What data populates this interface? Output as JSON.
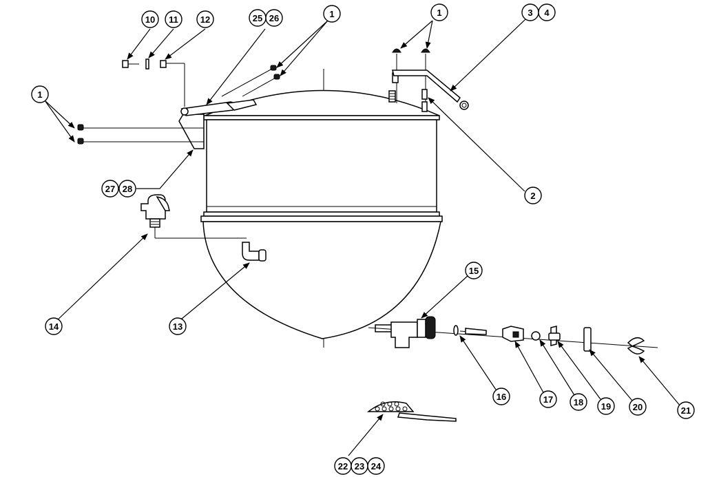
{
  "callouts": {
    "c1a": "1",
    "c1b": "1",
    "c1c": "1",
    "c2": "2",
    "c3": "3",
    "c4": "4",
    "c10": "10",
    "c11": "11",
    "c12": "12",
    "c13": "13",
    "c14": "14",
    "c15": "15",
    "c16": "16",
    "c17": "17",
    "c18": "18",
    "c19": "19",
    "c20": "20",
    "c21": "21",
    "c22": "22",
    "c23": "23",
    "c24": "24",
    "c25": "25",
    "c26": "26",
    "c27": "27",
    "c28": "28"
  }
}
